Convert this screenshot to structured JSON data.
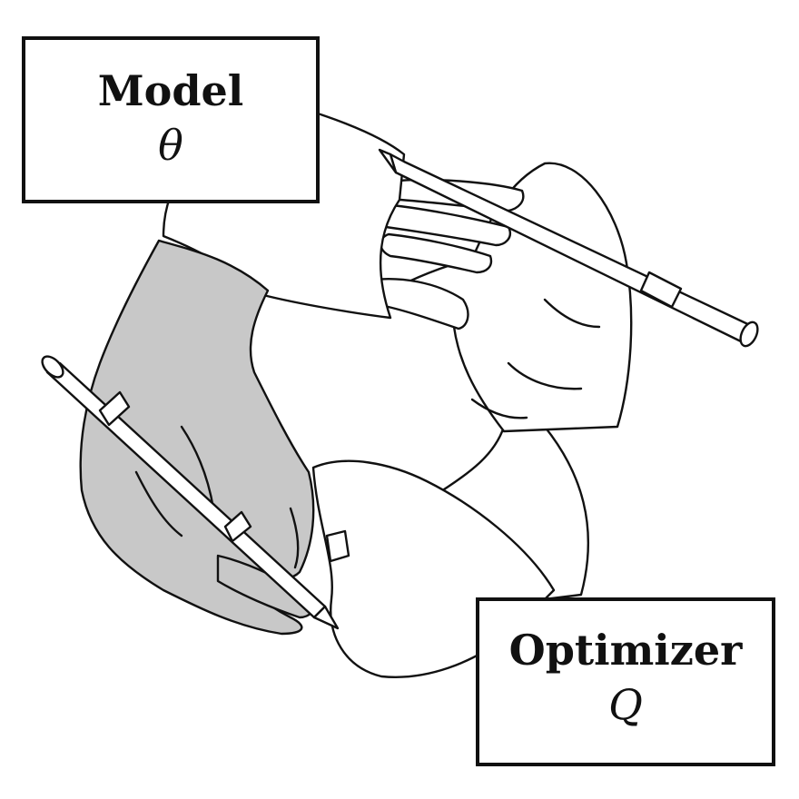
{
  "model_box": {
    "title": "Model",
    "symbol": "θ"
  },
  "optimizer_box": {
    "title": "Optimizer",
    "symbol": "Q"
  },
  "illustration": {
    "left_hand_fill": "#c8c8c8",
    "right_hand_fill": "#ffffff",
    "outline_color": "#111111"
  }
}
